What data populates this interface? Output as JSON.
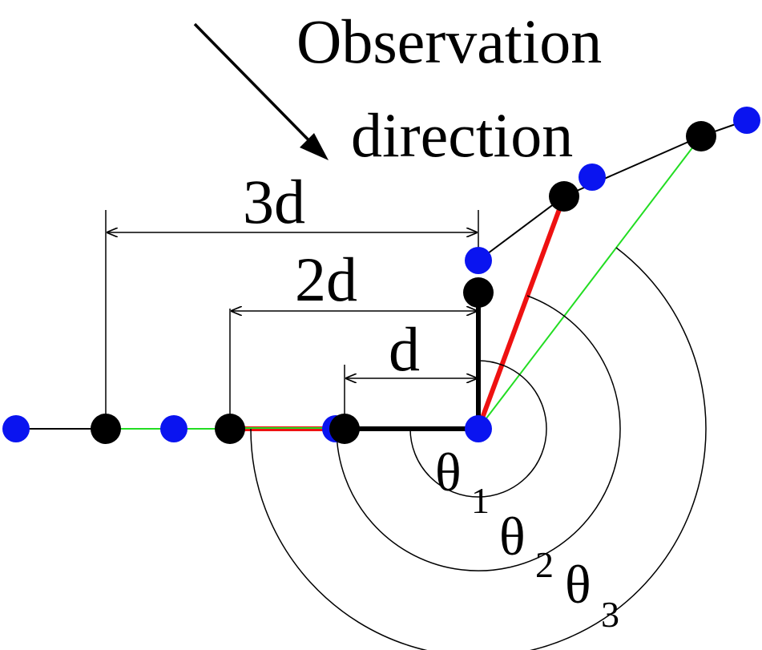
{
  "title": {
    "line1": "Observation",
    "line2": "direction"
  },
  "dimensions": {
    "d3": "3d",
    "d2": "2d",
    "d1": "d"
  },
  "angles": {
    "theta1": {
      "symbol": "θ",
      "subscript": "1"
    },
    "theta2": {
      "symbol": "θ",
      "subscript": "2"
    },
    "theta3": {
      "symbol": "θ",
      "subscript": "3"
    }
  },
  "colors": {
    "line": "#000000",
    "arm_red": "#ee1111",
    "arm_green": "#22dd22",
    "dot_black": "#000000",
    "dot_blue": "#0a14f0"
  }
}
